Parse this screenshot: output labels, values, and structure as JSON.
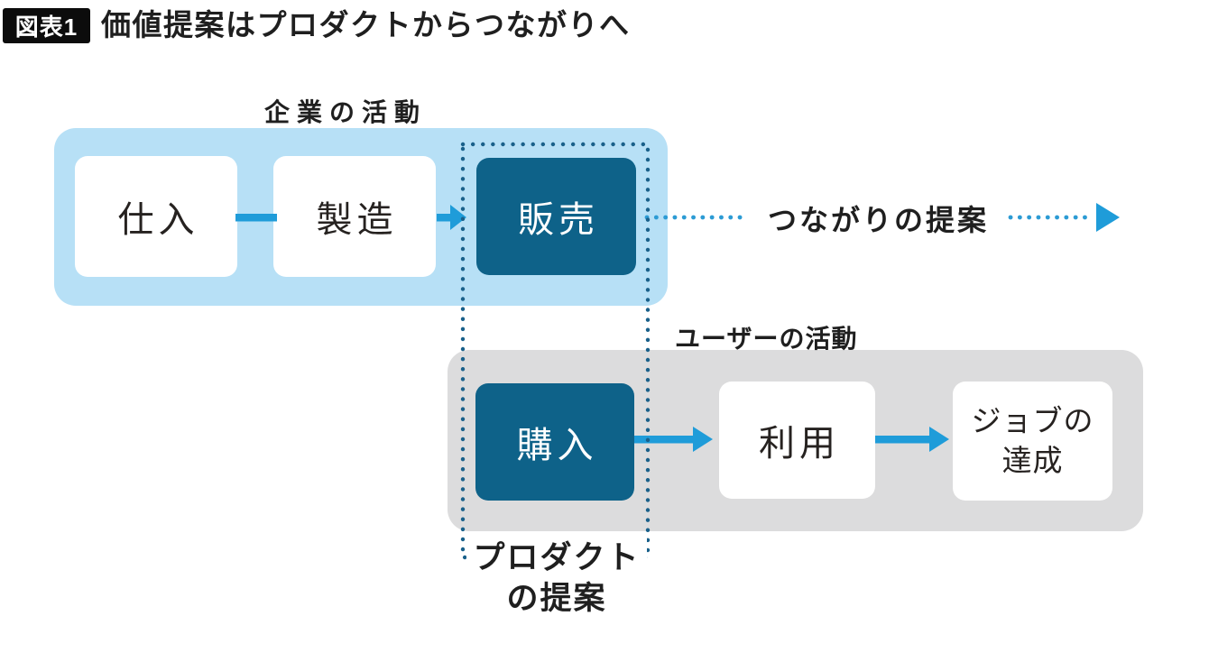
{
  "header": {
    "badge": "図表1",
    "title": "価値提案はプロダクトからつながりへ"
  },
  "company_activities": {
    "label": "企業の活動",
    "boxes": [
      {
        "label": "仕入",
        "style": "white"
      },
      {
        "label": "製造",
        "style": "white"
      },
      {
        "label": "販売",
        "style": "dark"
      }
    ]
  },
  "user_activities": {
    "label": "ユーザーの活動",
    "boxes": [
      {
        "label": "購入",
        "style": "dark"
      },
      {
        "label": "利用",
        "style": "white"
      },
      {
        "label": "ジョブの達成",
        "style": "white",
        "lines": [
          "ジョブの",
          "達成"
        ]
      }
    ]
  },
  "connection_proposal": {
    "label": "つながりの提案"
  },
  "product_proposal": {
    "lines": [
      "プロダクト",
      "の提案"
    ]
  },
  "colors": {
    "company_container": "#b7e0f6",
    "user_container": "#dcdcdd",
    "dark_box": "#0e6289",
    "arrow": "#1f9cd9",
    "dotted_rect": "#19608a",
    "dotted_arrow": "#2c9bd4",
    "text": "#1f1f1f",
    "badge_bg": "#0c0c0c"
  }
}
